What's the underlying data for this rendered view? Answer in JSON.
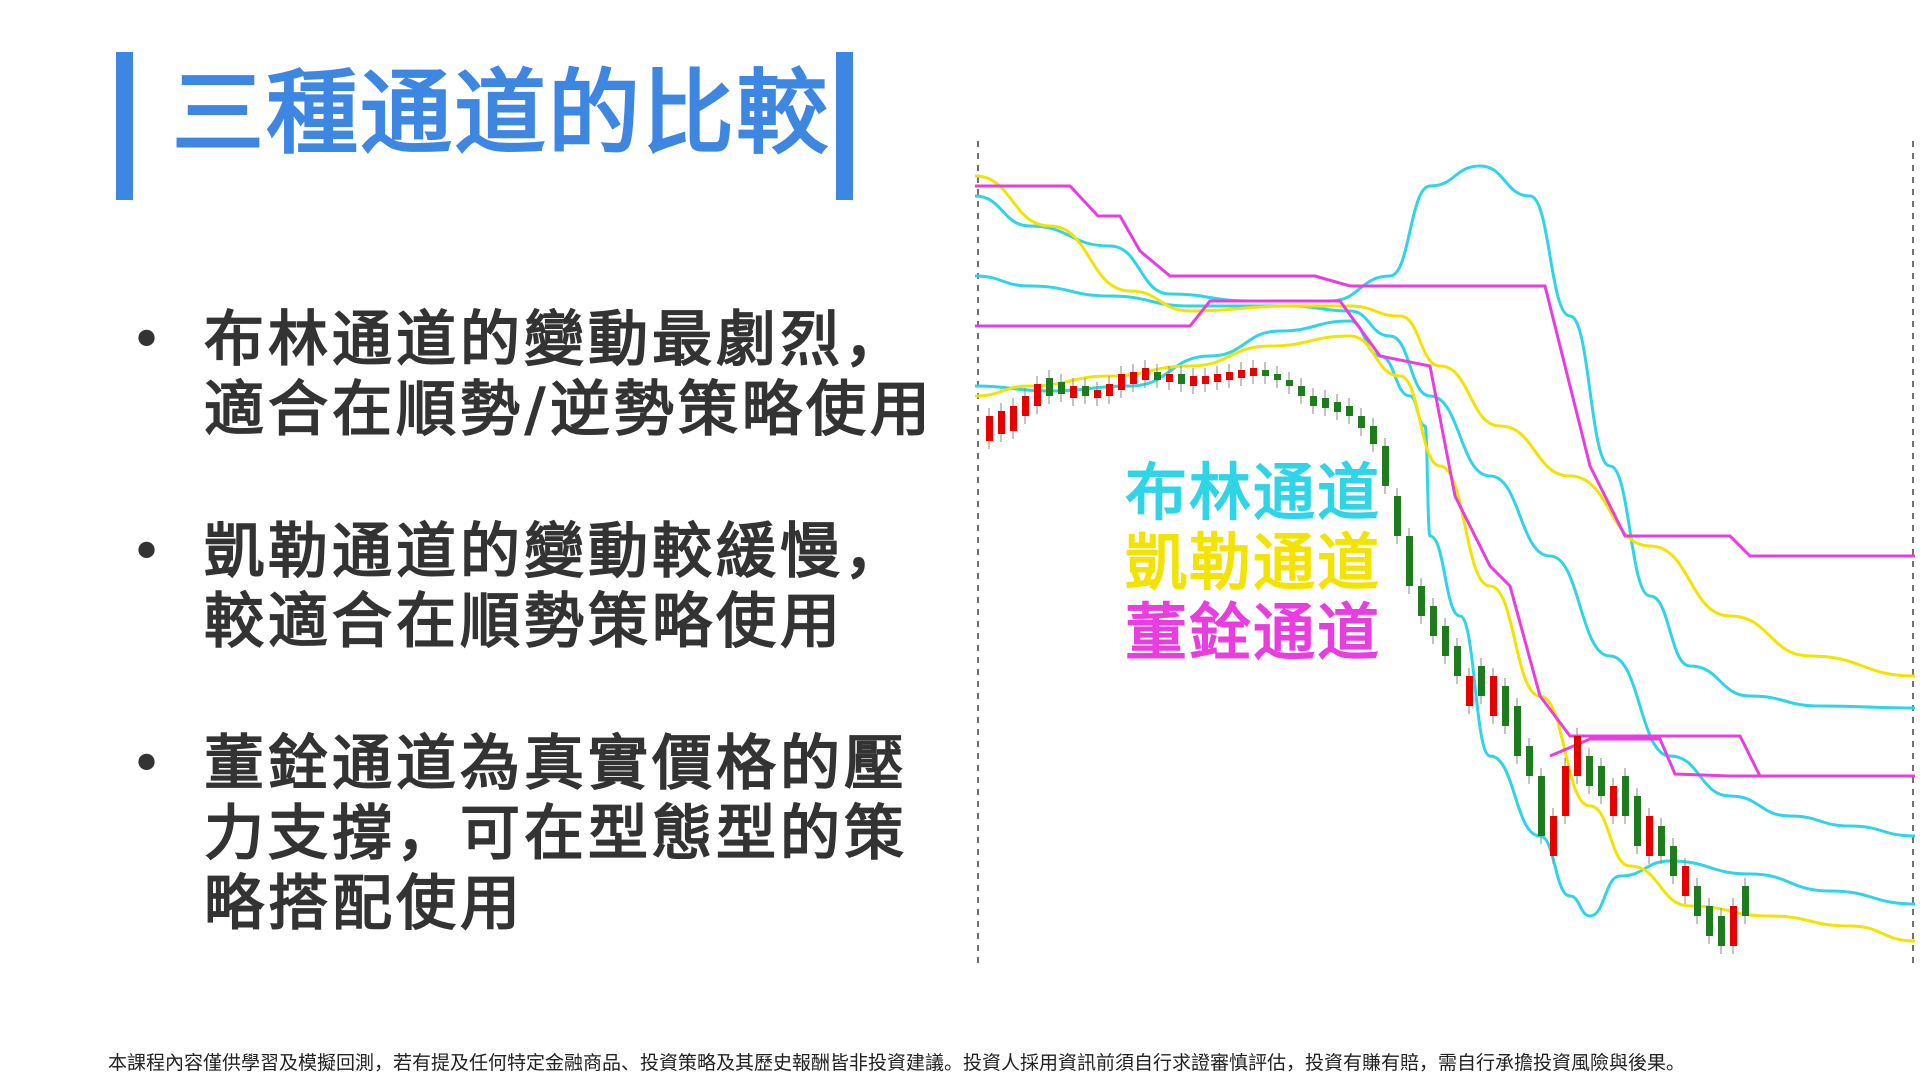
{
  "slide": {
    "title": "三種通道的比較",
    "accent_color": "#3d86e1"
  },
  "bullets": [
    {
      "lines": [
        "布林通道的變動最劇烈，",
        "適合在順勢/逆勢策略使用"
      ]
    },
    {
      "lines": [
        "凱勒通道的變動較緩慢，",
        "較適合在順勢策略使用"
      ]
    },
    {
      "lines": [
        "董銓通道為真實價格的壓",
        "力支撐，可在型態型的策",
        "略搭配使用"
      ]
    }
  ],
  "legend": {
    "bollinger": {
      "label": "布林通道",
      "color": "#2fd4e6"
    },
    "keltner": {
      "label": "凱勒通道",
      "color": "#f2e400"
    },
    "donchian": {
      "label": "董銓通道",
      "color": "#e83ee0"
    }
  },
  "candle_colors": {
    "up": "#e60000",
    "down": "#1e7b1e"
  },
  "footer": {
    "disclaimer": "本課程內容僅供學習及模擬回測，若有提及任何特定金融商品、投資策略及其歷史報酬皆非投資建議。投資人採用資訊前須自行求證審慎評估，投資有賺有賠，需自行承擔投資風險與後果。"
  }
}
